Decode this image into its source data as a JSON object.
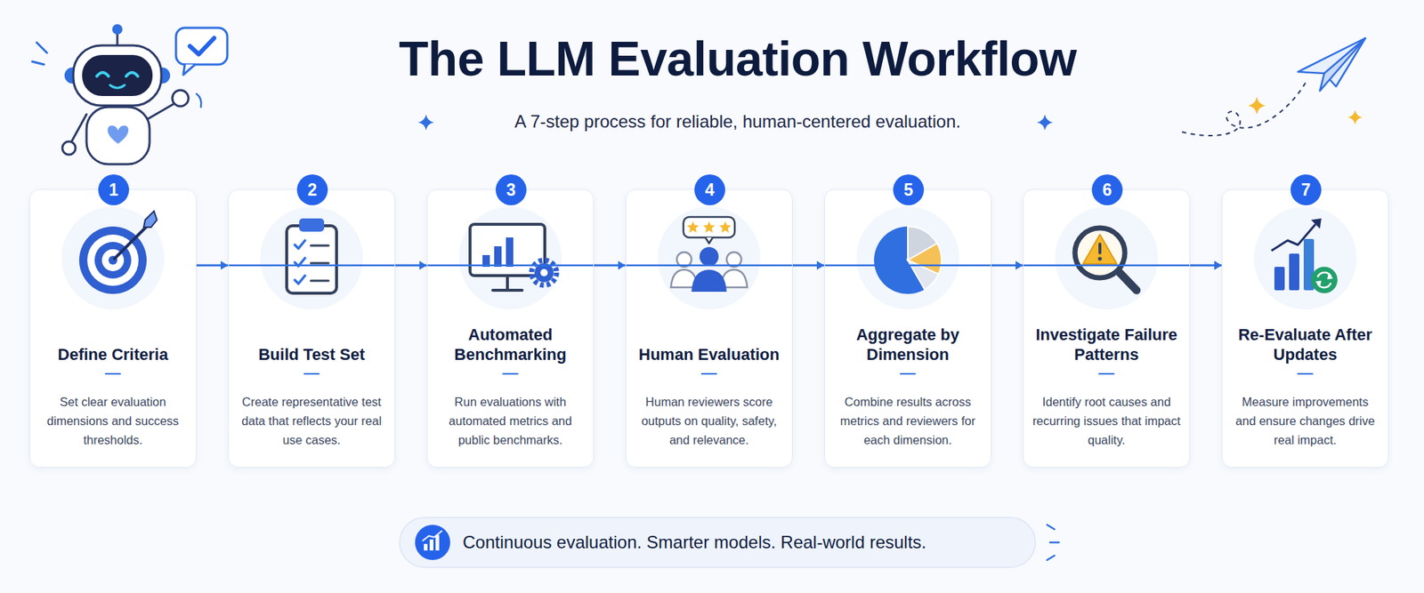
{
  "diagram": {
    "title": "The LLM Evaluation Workflow",
    "nodes": [
      {
        "text": [
          "Define Criteria",
          "Set clear evaluation dimensions and success thresholds."
        ]
      },
      {
        "text": [
          "Build Test Set",
          "Create representative test data that reflects your real use cases."
        ]
      },
      {
        "text": [
          "Automated Benchmarking",
          "Run evaluations with automated metrics and public benchmarks."
        ]
      },
      {
        "text": [
          "Human Evaluation",
          "Human reviewers score outputs on quality, safety, and relevance."
        ]
      },
      {
        "text": [
          "Aggregate by Dimension",
          "Combine results across metrics and reviewers for each dimension."
        ]
      },
      {
        "text": [
          "Investigate Failure Patterns",
          "Identify root causes and recurring issues that impact quality."
        ]
      },
      {
        "text": [
          "Re-Evaluate After Updates",
          "Measure improvements and ensure changes drive real impact."
        ]
      },
      {
        "text": [
          "1"
        ],
        "in": 0
      },
      {
        "text": [
          "2"
        ],
        "in": 1
      },
      {
        "text": [
          "3"
        ],
        "in": 2
      },
      {
        "text": [
          "4"
        ],
        "in": 3
      },
      {
        "text": [
          "5"
        ],
        "in": 4
      },
      {
        "text": [
          "6"
        ],
        "in": 5
      },
      {
        "text": [
          "7"
        ],
        "in": 6
      },
      {
        "text": [
          "Continuous evaluation. Smarter models. Real-world results."
        ]
      }
    ],
    "edges": [
      {
        "from": 0,
        "to": 1,
        "arrow": "to"
      },
      {
        "from": 1,
        "to": 2,
        "arrow": "to"
      },
      {
        "from": 2,
        "to": 3,
        "arrow": "to"
      },
      {
        "from": 3,
        "to": 4,
        "arrow": "to"
      },
      {
        "from": 4,
        "to": 5,
        "arrow": "to"
      },
      {
        "from": 5,
        "to": 6,
        "arrow": "to"
      },
      {
        "from": 0,
        "to": 6,
        "arrow": "to"
      }
    ],
    "labels": [
      "A 7-step process for reliable, human-centered evaluation."
    ]
  }
}
